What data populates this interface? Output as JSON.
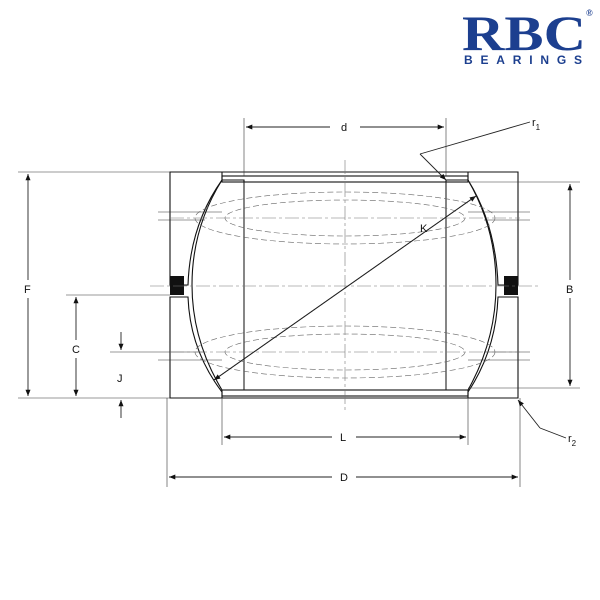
{
  "logo": {
    "mark": "RBC",
    "registered": "®",
    "sub": "BEARINGS",
    "color": "#1c3f8f"
  },
  "labels": {
    "d": "d",
    "r1": "r",
    "r1_sub": "1",
    "K": "K",
    "F": "F",
    "B": "B",
    "C": "C",
    "J": "J",
    "L": "L",
    "D": "D",
    "r2": "r",
    "r2_sub": "2"
  }
}
